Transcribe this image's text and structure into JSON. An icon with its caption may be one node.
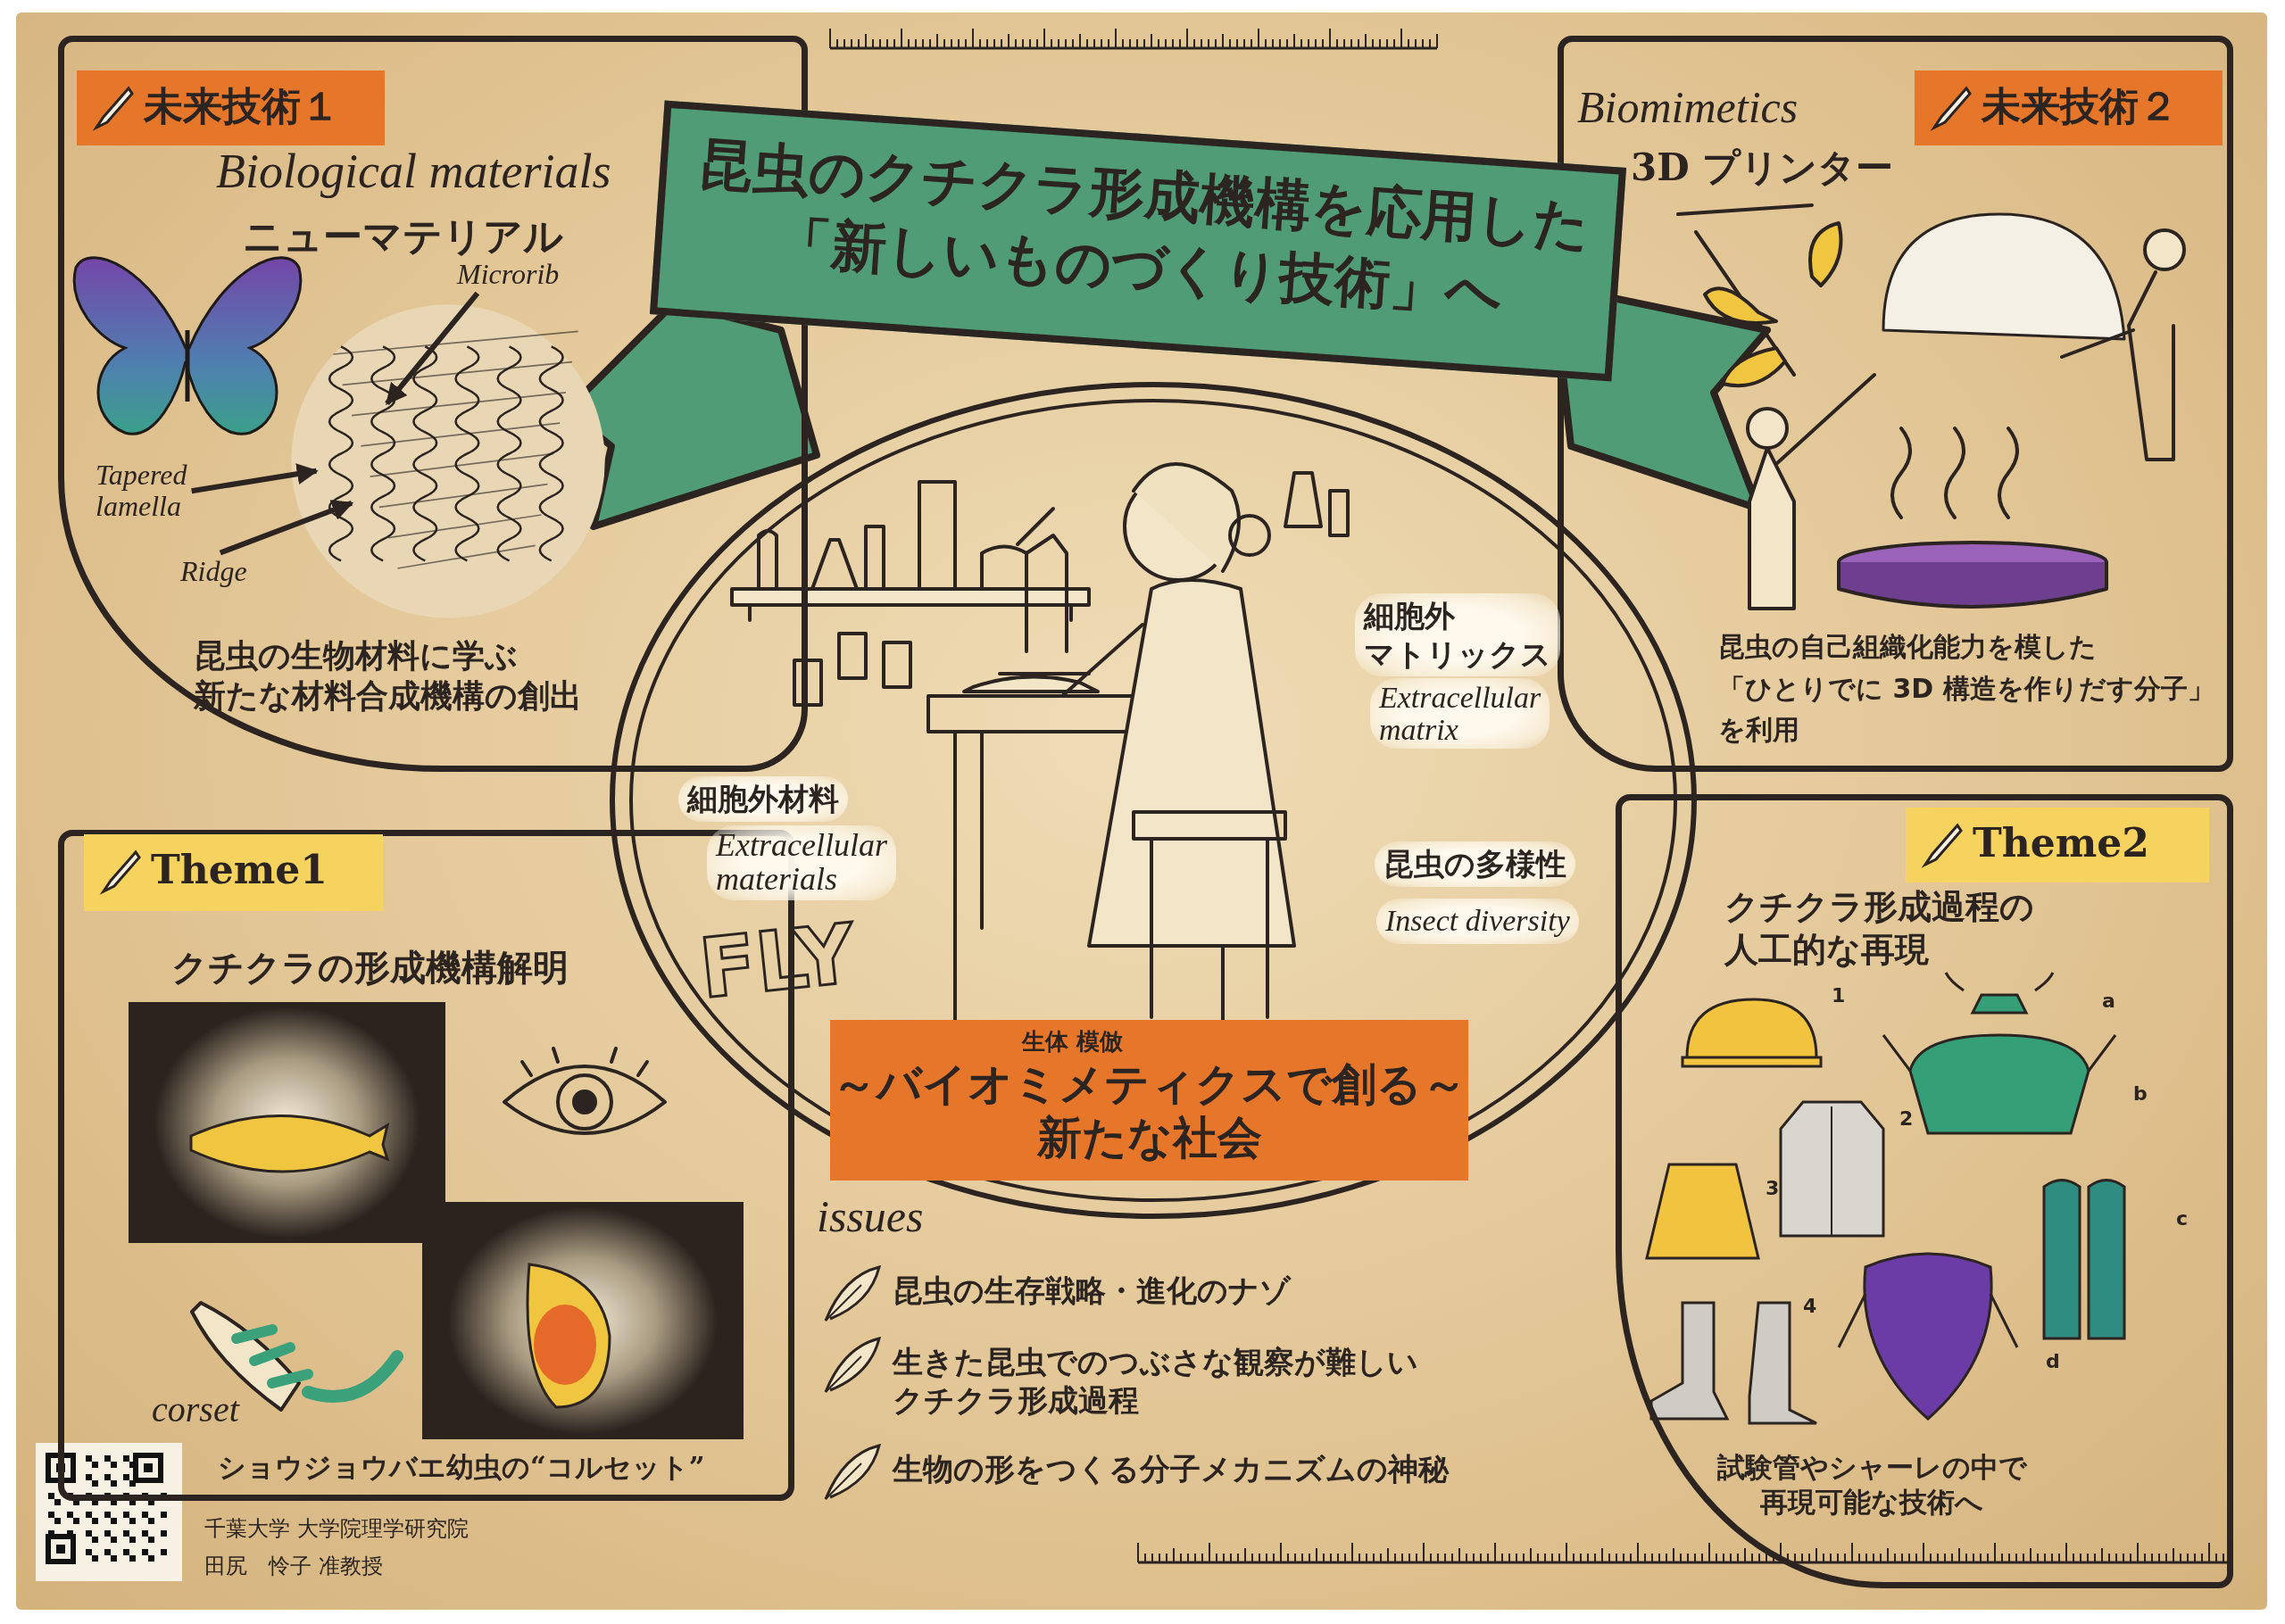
{
  "diagram": {
    "nodes": [
      {
        "text": [
          "昆虫のクチクラ形成機構を応用した「新しいものづくり技術」へ"
        ]
      },
      {
        "text": [
          "Biological materials",
          "ニューマテリアル",
          "昆虫の生物材料に学ぶ新たな材料合成機構の創出"
        ]
      },
      {
        "text": [
          "未来技術１"
        ],
        "in": 1
      },
      {
        "text": [
          "Microrib"
        ],
        "in": 1
      },
      {
        "text": [
          "Tapered lamella"
        ],
        "in": 1
      },
      {
        "text": [
          "Ridge"
        ],
        "in": 1
      },
      {
        "text": [
          "Biomimetics",
          "3D プリンター",
          "昆虫の自己組織化能力を模した「ひとりでに 3D 構造を作りだす分子」を利用"
        ]
      },
      {
        "text": [
          "未来技術２"
        ],
        "in": 6
      },
      {
        "text": [
          "クチクラの形成機構解明",
          "ショウジョウバエ幼虫の“コルセット”"
        ]
      },
      {
        "text": [
          "Theme1"
        ],
        "in": 8
      },
      {
        "text": [
          "クチクラ形成過程の人工的な再現",
          "試験管やシャーレの中で再現可能な技術へ"
        ]
      },
      {
        "text": [
          "Theme2"
        ],
        "in": 10
      },
      {
        "text": [
          "細胞外材料",
          "Extracellular materials",
          "細胞外マトリックス",
          "Extracellular matrix",
          "昆虫の多様性",
          "Insect diversity"
        ]
      },
      {
        "text": [
          "生体 模倣",
          "～バイオミメティクスで創る～新たな社会"
        ],
        "in": 12
      },
      {
        "text": [],
        "shape": "picture",
        "in": 1
      }
    ],
    "edges": [
      {
        "from": 3,
        "to": 14,
        "arrow": "to"
      },
      {
        "from": 4,
        "to": 14,
        "arrow": "to"
      },
      {
        "from": 5,
        "to": 14,
        "arrow": "to"
      }
    ],
    "labels": [
      "FLY",
      "corset",
      "1",
      "a",
      "b",
      "2",
      "3",
      "c",
      "4",
      "d",
      "issues",
      "昆虫の生存戦略・進化のナゾ",
      "生きた昆虫でのつぶさな観察が難しいクチクラ形成過程",
      "生物の形をつくる分子メカニズムの神秘",
      "千葉大学 大学院理学研究院",
      "田尻　怜子 准教授"
    ]
  }
}
